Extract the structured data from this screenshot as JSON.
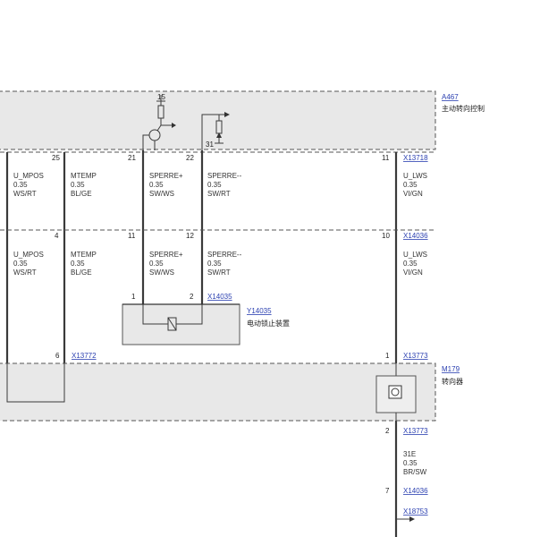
{
  "components": {
    "a467": {
      "id": "A467",
      "name": "主动转向控制"
    },
    "m179": {
      "id": "M179",
      "name": "转向器"
    },
    "y14035": {
      "id": "Y14035",
      "name": "电动锁止装置"
    }
  },
  "connectors": {
    "x13718": "X13718",
    "x14036a": "X14036",
    "x14035": "X14035",
    "x13772": "X13772",
    "x13773a": "X13773",
    "x13773b": "X13773",
    "x14036b": "X14036",
    "x18753": "X18753"
  },
  "pins": {
    "p15": "15",
    "p31": "31",
    "r1_25": "25",
    "r1_21": "21",
    "r1_22": "22",
    "r1_11": "11",
    "r2_4": "4",
    "r2_11": "11",
    "r2_12": "12",
    "r2_10": "10",
    "y_1": "1",
    "y_2": "2",
    "r3_6": "6",
    "r3_1": "1",
    "m_2": "2",
    "b_7": "7"
  },
  "wires": [
    {
      "name": "U_MPOS",
      "size": "0.35",
      "color": "WS/RT"
    },
    {
      "name": "MTEMP",
      "size": "0.35",
      "color": "BL/GE"
    },
    {
      "name": "SPERRE+",
      "size": "0.35",
      "color": "SW/WS"
    },
    {
      "name": "SPERRE--",
      "size": "0.35",
      "color": "SW/RT"
    },
    {
      "name": "U_LWS",
      "size": "0.35",
      "color": "VI/GN"
    },
    {
      "name": "31E",
      "size": "0.35",
      "color": "BR/SW"
    }
  ]
}
